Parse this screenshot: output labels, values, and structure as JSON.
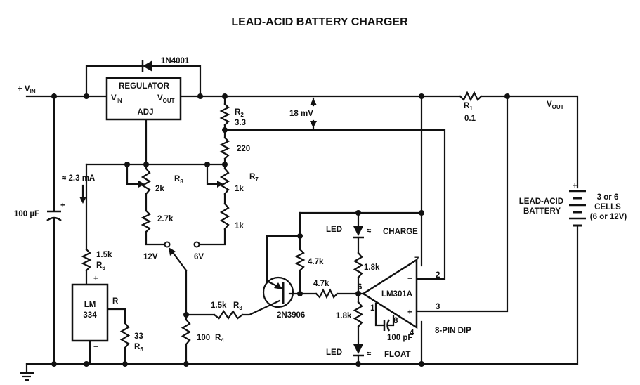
{
  "title": "LEAD-ACID BATTERY CHARGER",
  "input": {
    "label": "+ V",
    "sub": "IN"
  },
  "output": {
    "label": "V",
    "sub": "OUT"
  },
  "regulator": {
    "name": "REGULATOR",
    "vin": "V",
    "vin_sub": "IN",
    "vout": "V",
    "vout_sub": "OUT",
    "adj": "ADJ"
  },
  "diode": {
    "part": "1N4001"
  },
  "voltage_drop": "18 mV",
  "current_label": "≈ 2.3 mA",
  "components": {
    "r2": {
      "name": "R",
      "sub": "2",
      "value": "3.3"
    },
    "r220": {
      "value": "220"
    },
    "r8": {
      "name": "R",
      "sub": "8",
      "value": "2k"
    },
    "r7": {
      "name": "R",
      "sub": "7",
      "value": "1k"
    },
    "r27k": {
      "value": "2.7k"
    },
    "r1k": {
      "value": "1k"
    },
    "r1": {
      "name": "R",
      "sub": "1",
      "value": "0.1"
    },
    "r6": {
      "name": "R",
      "sub": "6",
      "value": "1.5k"
    },
    "r5": {
      "name": "R",
      "sub": "5",
      "value": "33"
    },
    "r4": {
      "name": "R",
      "sub": "4",
      "value": "100"
    },
    "r3": {
      "name": "R",
      "sub": "3",
      "value": "1.5k"
    },
    "r_set": {
      "name": "R"
    },
    "r_base": {
      "value": "4.7k"
    },
    "r_series": {
      "value": "4.7k"
    },
    "r_led_top": {
      "value": "1.8k"
    },
    "r_led_bottom": {
      "value": "1.8k"
    },
    "c_in": {
      "value": "100 µF",
      "polarity": "+"
    },
    "c_comp": {
      "value": "100 pF"
    },
    "lm334": {
      "line1": "LM",
      "line2": "334",
      "plus": "+",
      "minus": "−"
    },
    "transistor": {
      "part": "2N3906"
    },
    "opamp": {
      "part": "LM301A",
      "package": "8-PIN DIP",
      "minus": "−",
      "plus": "+",
      "pins": {
        "p1": "1",
        "p2": "2",
        "p3": "3",
        "p4": "4",
        "p6": "6",
        "p7": "7",
        "p8": "8"
      }
    }
  },
  "switch": {
    "pos_12v": "12V",
    "pos_6v": "6V"
  },
  "leds": {
    "charge": {
      "label": "LED",
      "state": "CHARGE"
    },
    "float": {
      "label": "LED",
      "state": "FLOAT"
    }
  },
  "battery": {
    "line1": "LEAD-ACID",
    "line2": "BATTERY",
    "plus": "+",
    "cells1": "3 or 6",
    "cells2": "CELLS",
    "cells3": "(6 or 12V)"
  }
}
